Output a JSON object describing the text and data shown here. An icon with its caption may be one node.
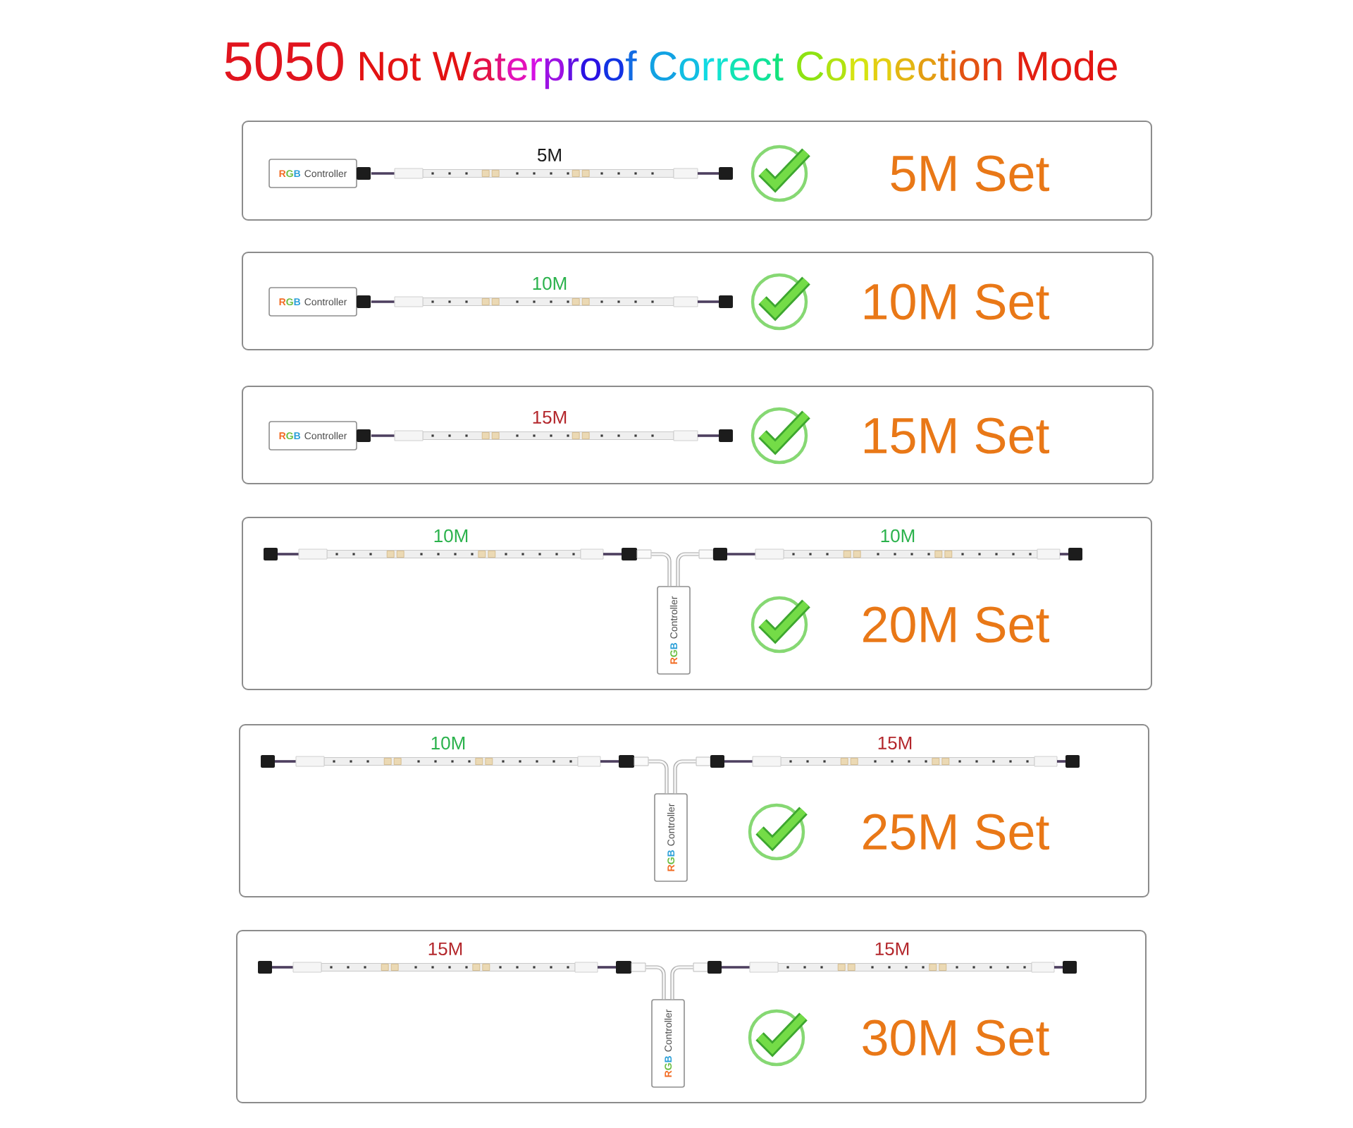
{
  "diagram": {
    "title": "5050 Not Waterproof Correct Connection Mode",
    "nodes": [
      {
        "text": [
          "5M Set"
        ]
      },
      {
        "text": [
          "RGB Controller"
        ],
        "in": 0
      },
      {
        "text": [],
        "shape": "bar",
        "beside": [
          "5M"
        ],
        "in": 0
      },
      {
        "text": [
          "10M Set"
        ]
      },
      {
        "text": [
          "RGB Controller"
        ],
        "in": 3
      },
      {
        "text": [],
        "shape": "bar",
        "beside": [
          "10M"
        ],
        "in": 3
      },
      {
        "text": [
          "15M Set"
        ]
      },
      {
        "text": [
          "RGB Controller"
        ],
        "in": 6
      },
      {
        "text": [],
        "shape": "bar",
        "beside": [
          "15M"
        ],
        "in": 6
      },
      {
        "text": [
          "20M Set"
        ]
      },
      {
        "text": [],
        "shape": "bar",
        "beside": [
          "10M"
        ],
        "in": 9
      },
      {
        "text": [],
        "shape": "bar",
        "beside": [
          "10M"
        ],
        "in": 9
      },
      {
        "text": [
          "RGB Controller"
        ],
        "in": 9
      },
      {
        "text": [
          "25M Set"
        ]
      },
      {
        "text": [],
        "shape": "bar",
        "beside": [
          "10M"
        ],
        "in": 13
      },
      {
        "text": [],
        "shape": "bar",
        "beside": [
          "15M"
        ],
        "in": 13
      },
      {
        "text": [
          "RGB Controller"
        ],
        "in": 13
      },
      {
        "text": [
          "30M Set"
        ]
      },
      {
        "text": [],
        "shape": "bar",
        "beside": [
          "15M"
        ],
        "in": 17
      },
      {
        "text": [],
        "shape": "bar",
        "beside": [
          "15M"
        ],
        "in": 17
      },
      {
        "text": [
          "RGB Controller"
        ],
        "in": 17
      }
    ],
    "edges": [
      {
        "from": 1,
        "to": 2,
        "arrow": "none",
        "color": "#4d3f5f"
      },
      {
        "from": 4,
        "to": 5,
        "arrow": "none",
        "color": "#4d3f5f"
      },
      {
        "from": 7,
        "to": 8,
        "arrow": "none",
        "color": "#4d3f5f"
      },
      {
        "from": 12,
        "to": 10,
        "arrow": "none"
      },
      {
        "from": 12,
        "to": 11,
        "arrow": "none"
      },
      {
        "from": 16,
        "to": 14,
        "arrow": "none"
      },
      {
        "from": 16,
        "to": 15,
        "arrow": "none"
      },
      {
        "from": 20,
        "to": 18,
        "arrow": "none"
      },
      {
        "from": 20,
        "to": 19,
        "arrow": "none"
      }
    ]
  }
}
